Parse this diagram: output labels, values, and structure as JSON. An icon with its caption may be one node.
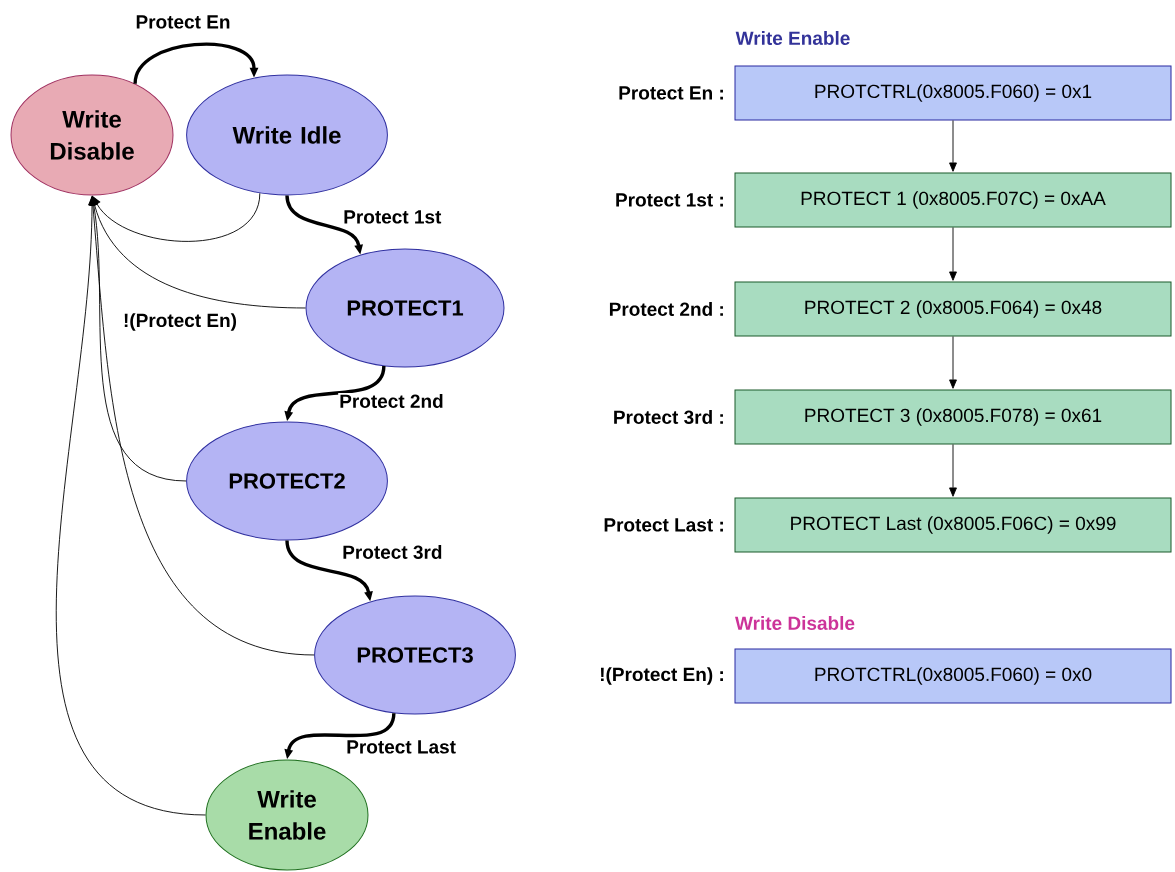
{
  "diagram": {
    "nodes": [
      {
        "text": [
          "Write Disable"
        ]
      },
      {
        "text": [
          "Write Idle"
        ]
      },
      {
        "text": [
          "PROTECT1"
        ]
      },
      {
        "text": [
          "PROTECT2"
        ]
      },
      {
        "text": [
          "PROTECT3"
        ]
      },
      {
        "text": [
          "Write Enable"
        ]
      },
      {
        "text": [
          "PROTCTRL(0x8005.F060) = 0x1"
        ],
        "beside": [
          "Protect En :"
        ]
      },
      {
        "text": [
          "PROTECT 1 (0x8005.F07C) = 0xAA"
        ],
        "beside": [
          "Protect 1st :"
        ]
      },
      {
        "text": [
          "PROTECT 2 (0x8005.F064) = 0x48"
        ],
        "beside": [
          "Protect 2nd :"
        ]
      },
      {
        "text": [
          "PROTECT 3 (0x8005.F078) = 0x61"
        ],
        "beside": [
          "Protect 3rd :"
        ]
      },
      {
        "text": [
          "PROTECT Last (0x8005.F06C) = 0x99"
        ],
        "beside": [
          "Protect Last :"
        ]
      },
      {
        "text": [
          "PROTCTRL(0x8005.F060) = 0x0"
        ],
        "beside": [
          "!(Protect En) :"
        ]
      }
    ],
    "edges": [
      {
        "from": 0,
        "to": 1,
        "arrow": "to",
        "label": "Protect En",
        "style": "thick"
      },
      {
        "from": 1,
        "to": 0,
        "arrow": "to"
      },
      {
        "from": 1,
        "to": 2,
        "arrow": "to",
        "label": "Protect 1st",
        "style": "thick"
      },
      {
        "from": 2,
        "to": 0,
        "arrow": "to"
      },
      {
        "from": 2,
        "to": 3,
        "arrow": "to",
        "label": "Protect 2nd",
        "style": "thick"
      },
      {
        "from": 3,
        "to": 0,
        "arrow": "to"
      },
      {
        "from": 3,
        "to": 4,
        "arrow": "to",
        "label": "Protect 3rd",
        "style": "thick"
      },
      {
        "from": 4,
        "to": 0,
        "arrow": "to"
      },
      {
        "from": 4,
        "to": 5,
        "arrow": "to",
        "label": "Protect Last",
        "style": "thick"
      },
      {
        "from": 5,
        "to": 0,
        "arrow": "to"
      },
      {
        "from": 6,
        "to": 7,
        "arrow": "to"
      },
      {
        "from": 7,
        "to": 8,
        "arrow": "to"
      },
      {
        "from": 8,
        "to": 9,
        "arrow": "to"
      },
      {
        "from": 9,
        "to": 10,
        "arrow": "to"
      }
    ],
    "labels": [
      "Write Enable",
      "!(Protect En)",
      "Write Disable"
    ]
  }
}
